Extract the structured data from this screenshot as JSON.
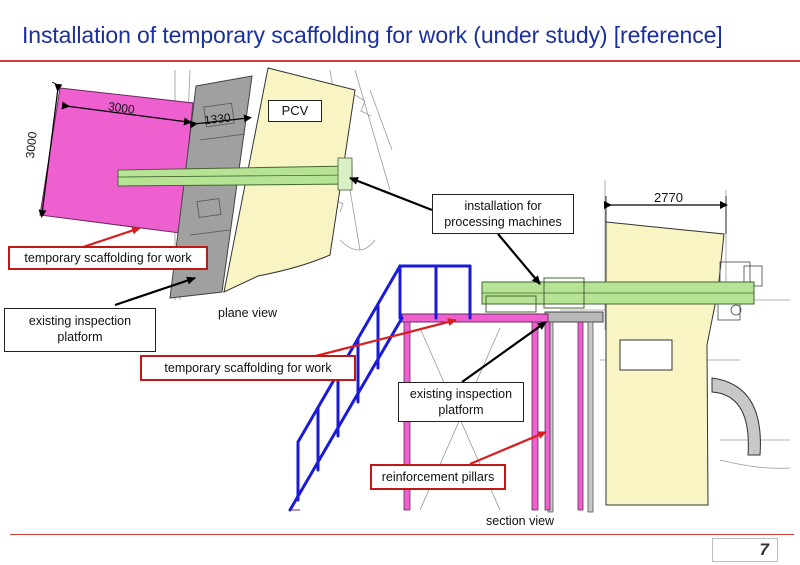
{
  "slide": {
    "title": "Installation of temporary scaffolding for work (under study) [reference]",
    "page_number": "7"
  },
  "plane_view": {
    "caption": "plane view",
    "dim_width": "3000",
    "dim_height": "3000",
    "dim_platform": "1330",
    "pcv_label": "PCV"
  },
  "section_view": {
    "caption": "section view",
    "dim_top": "2770"
  },
  "callouts": {
    "temp_scaffold_plane": "temporary scaffolding for work",
    "existing_platform_plane_line1": "existing inspection",
    "existing_platform_plane_line2": "platform",
    "installation_line1": "installation for",
    "installation_line2": "processing machines",
    "temp_scaffold_section": "temporary scaffolding for work",
    "existing_platform_section_line1": "existing inspection",
    "existing_platform_section_line2": "platform",
    "reinforcement": "reinforcement pillars"
  },
  "colors": {
    "title": "#1a2fa0",
    "rule": "#d43c3c",
    "scaffold_pink": "#ee5fd0",
    "platform_gray": "#a0a0a0",
    "pcv_yellow": "#f8f4c4",
    "machine_green": "#b7e394",
    "stair_blue": "#1a1ad8",
    "arrow_red": "#d81e1e"
  }
}
